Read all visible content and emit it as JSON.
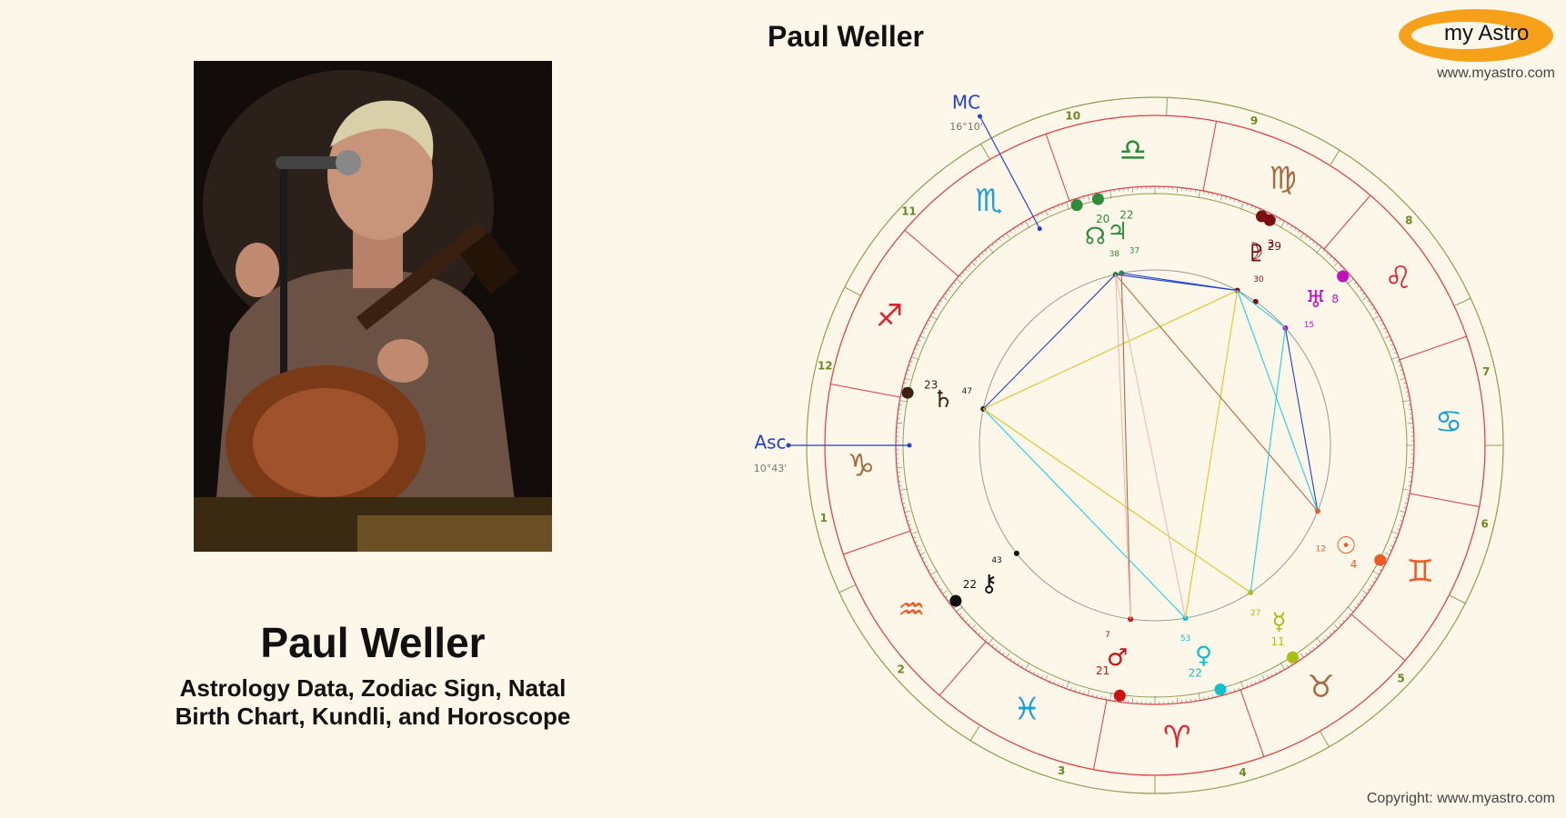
{
  "page": {
    "chart_title": "Paul Weller",
    "person_name": "Paul Weller",
    "subtitle_line1": "Astrology Data, Zodiac Sign, Natal",
    "subtitle_line2": "Birth Chart, Kundli, and Horoscope",
    "logo_prefix": "my",
    "logo_suffix": "Astro",
    "site_url": "www.myastro.com",
    "copyright": "Copyright: www.myastro.com"
  },
  "chart": {
    "asc_label": "Asc",
    "asc_degree": "10°43'",
    "mc_label": "MC",
    "mc_degree": "16°10'",
    "house_numbers": [
      "1",
      "2",
      "3",
      "4",
      "5",
      "6",
      "7",
      "8",
      "9",
      "10",
      "11",
      "12"
    ],
    "signs": [
      {
        "name": "aries",
        "glyph": "♈",
        "color": "#e0202a"
      },
      {
        "name": "taurus",
        "glyph": "♉",
        "color": "#a86a40"
      },
      {
        "name": "gemini",
        "glyph": "♊",
        "color": "#f05a22"
      },
      {
        "name": "cancer",
        "glyph": "♋",
        "color": "#1aa0d8"
      },
      {
        "name": "leo",
        "glyph": "♌",
        "color": "#e0202a"
      },
      {
        "name": "virgo",
        "glyph": "♍",
        "color": "#a86a40"
      },
      {
        "name": "libra",
        "glyph": "♎",
        "color": "#2e8b3a"
      },
      {
        "name": "scorpio",
        "glyph": "♏",
        "color": "#1aa0d8"
      },
      {
        "name": "sagittarius",
        "glyph": "♐",
        "color": "#e0202a"
      },
      {
        "name": "capricorn",
        "glyph": "♑",
        "color": "#a86a40"
      },
      {
        "name": "aquarius",
        "glyph": "♒",
        "color": "#f05a22"
      },
      {
        "name": "pisces",
        "glyph": "♓",
        "color": "#1aa0d8"
      }
    ],
    "planets": [
      {
        "name": "sun",
        "glyph": "☉",
        "deg": "4",
        "min": "12",
        "color": "#f05a22"
      },
      {
        "name": "moon",
        "glyph": "☽",
        "deg": "3",
        "min": "",
        "color": "#7a1010"
      },
      {
        "name": "mercury",
        "glyph": "☿",
        "deg": "11",
        "min": "27",
        "color": "#a8c010"
      },
      {
        "name": "venus",
        "glyph": "♀",
        "deg": "22",
        "min": "53",
        "color": "#10c0d0"
      },
      {
        "name": "mars",
        "glyph": "♂",
        "deg": "21",
        "min": "7",
        "color": "#d01010"
      },
      {
        "name": "jupiter",
        "glyph": "♃",
        "deg": "22",
        "min": "37",
        "color": "#2e8b3a"
      },
      {
        "name": "saturn",
        "glyph": "♄",
        "deg": "23",
        "min": "47",
        "color": "#3a2210"
      },
      {
        "name": "uranus",
        "glyph": "♅",
        "deg": "8",
        "min": "15",
        "color": "#c010c0"
      },
      {
        "name": "pluto",
        "glyph": "♇",
        "deg": "29",
        "min": "30",
        "color": "#7a1010"
      },
      {
        "name": "node",
        "glyph": "☊",
        "deg": "20",
        "min": "38",
        "color": "#2e8b3a"
      },
      {
        "name": "chiron",
        "glyph": "⚷",
        "deg": "22",
        "min": "43",
        "color": "#111111"
      }
    ]
  }
}
